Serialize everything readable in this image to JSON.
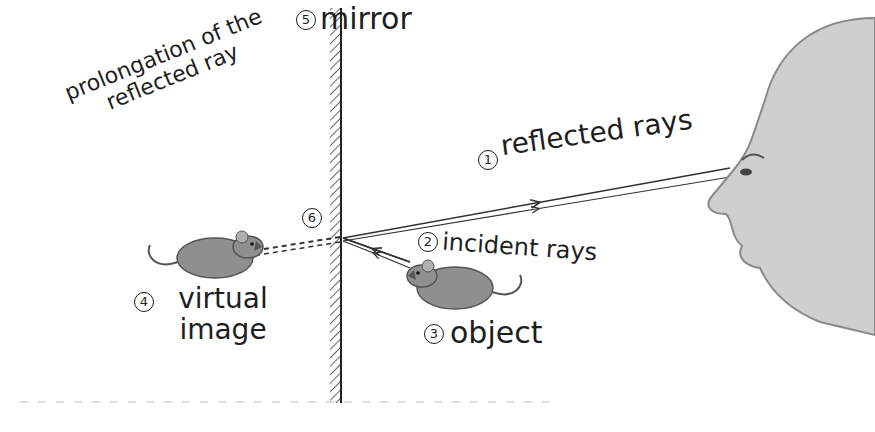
{
  "diagram": {
    "labels": [
      "5",
      "mirror",
      "prolongation of the reflected ray",
      "6",
      "1",
      "reflected rays",
      "2",
      "incident rays",
      "3",
      "object",
      "4",
      "virtual image"
    ]
  }
}
